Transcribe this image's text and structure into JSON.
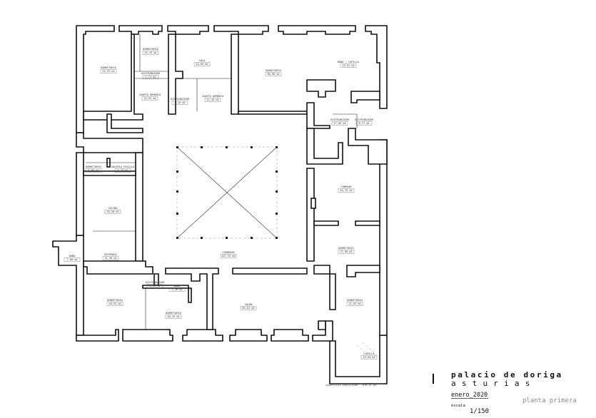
{
  "drawing": {
    "title": "palacio de doriga",
    "subtitle": "asturias",
    "date": "enero_2020",
    "plant": "planta primera",
    "scale_label": "escala",
    "scale": "1/150",
    "total_area": "superficie construida - 876,47 m2"
  },
  "rooms": [
    {
      "id": "dormitorio-1",
      "name": "DORMITORIO",
      "area": "21,23 m2"
    },
    {
      "id": "dormitorio-2",
      "name": "DORMITORIO",
      "area": "11,13 m2"
    },
    {
      "id": "distribuidor-1",
      "name": "DISTRIBUIDOR",
      "area": "2,73 m2"
    },
    {
      "id": "sala-1",
      "name": "SALA",
      "area": "24,05 m2"
    },
    {
      "id": "dormitorio-3",
      "name": "DORMITORIO",
      "area": "30,90 m2"
    },
    {
      "id": "bano-capilla",
      "name": "BAÑO / CAPILLA",
      "area": "15,22 m2"
    },
    {
      "id": "cuarto-1",
      "name": "CUARTO ARMARIO",
      "area": "14,93 m2"
    },
    {
      "id": "distribuidor-2",
      "name": "DISTRIBUIDOR",
      "area": "4,10 m2"
    },
    {
      "id": "cuarto-2",
      "name": "CUARTO ARMARIO",
      "area": "12,43 m2"
    },
    {
      "id": "distribuidor-3",
      "name": "DISTRIBUIDOR",
      "area": "17,05 m2"
    },
    {
      "id": "distribuidor-4",
      "name": "DISTRIBUIDOR",
      "area": "8,77 m2"
    },
    {
      "id": "dormitorio-4",
      "name": "DORMITORIO",
      "area": "9,05 m2"
    },
    {
      "id": "galeria-1",
      "name": "GALERÍA PASILLO",
      "area": "3,75 m2"
    },
    {
      "id": "cocina",
      "name": "COCINA",
      "area": "19,20 m2"
    },
    {
      "id": "comedor",
      "name": "COMEDOR",
      "area": "54,75 m2"
    },
    {
      "id": "dormitorio-5",
      "name": "DORMITORIO",
      "area": "27,90 m2"
    },
    {
      "id": "bano-1",
      "name": "BAÑO",
      "area": "7,00 m2"
    },
    {
      "id": "despensa",
      "name": "DESPENSA",
      "area": "11,48 m2"
    },
    {
      "id": "corredor",
      "name": "CORREDOR",
      "area": "107,32 m2"
    },
    {
      "id": "distribuidor-5",
      "name": "DISTRIBUIDOR",
      "area": "6,45 m2"
    },
    {
      "id": "bano-2",
      "name": "BAÑO",
      "area": "7,20 m2"
    },
    {
      "id": "dormitorio-6",
      "name": "DORMITORIO",
      "area": "18,52 m2"
    },
    {
      "id": "dormitorio-7",
      "name": "DORMITORIO",
      "area": "20,15 m2"
    },
    {
      "id": "salon",
      "name": "SALÓN",
      "area": "65,01 m2"
    },
    {
      "id": "dormitorio-8",
      "name": "DORMITORIO",
      "area": "21,63 m2"
    },
    {
      "id": "capilla",
      "name": "CAPILLA",
      "area": "19,04 m2"
    }
  ]
}
